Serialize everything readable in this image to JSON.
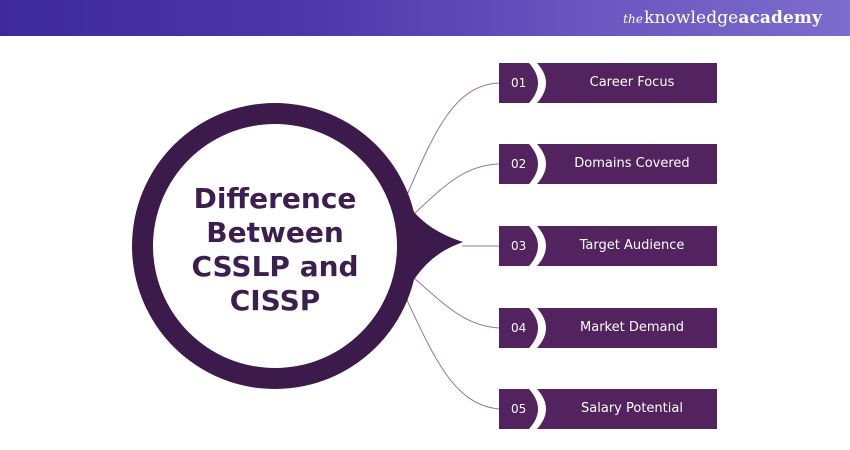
{
  "brand": {
    "the": "the",
    "knowledge": "knowledge",
    "academy": "academy"
  },
  "title_lines": [
    "Difference",
    "Between",
    "CSSLP and",
    "CISSP"
  ],
  "items": [
    {
      "number": "01",
      "label": "Career Focus"
    },
    {
      "number": "02",
      "label": "Domains Covered"
    },
    {
      "number": "03",
      "label": "Target Audience"
    },
    {
      "number": "04",
      "label": "Market Demand"
    },
    {
      "number": "05",
      "label": "Salary Potential"
    }
  ],
  "colors": {
    "ring": "#3c1a4c",
    "item_bg": "#52235e",
    "connector": "#8f78a6",
    "title_text": "#3d1f4f",
    "header_start": "#3d2a9c",
    "header_end": "#7c6ccc"
  }
}
